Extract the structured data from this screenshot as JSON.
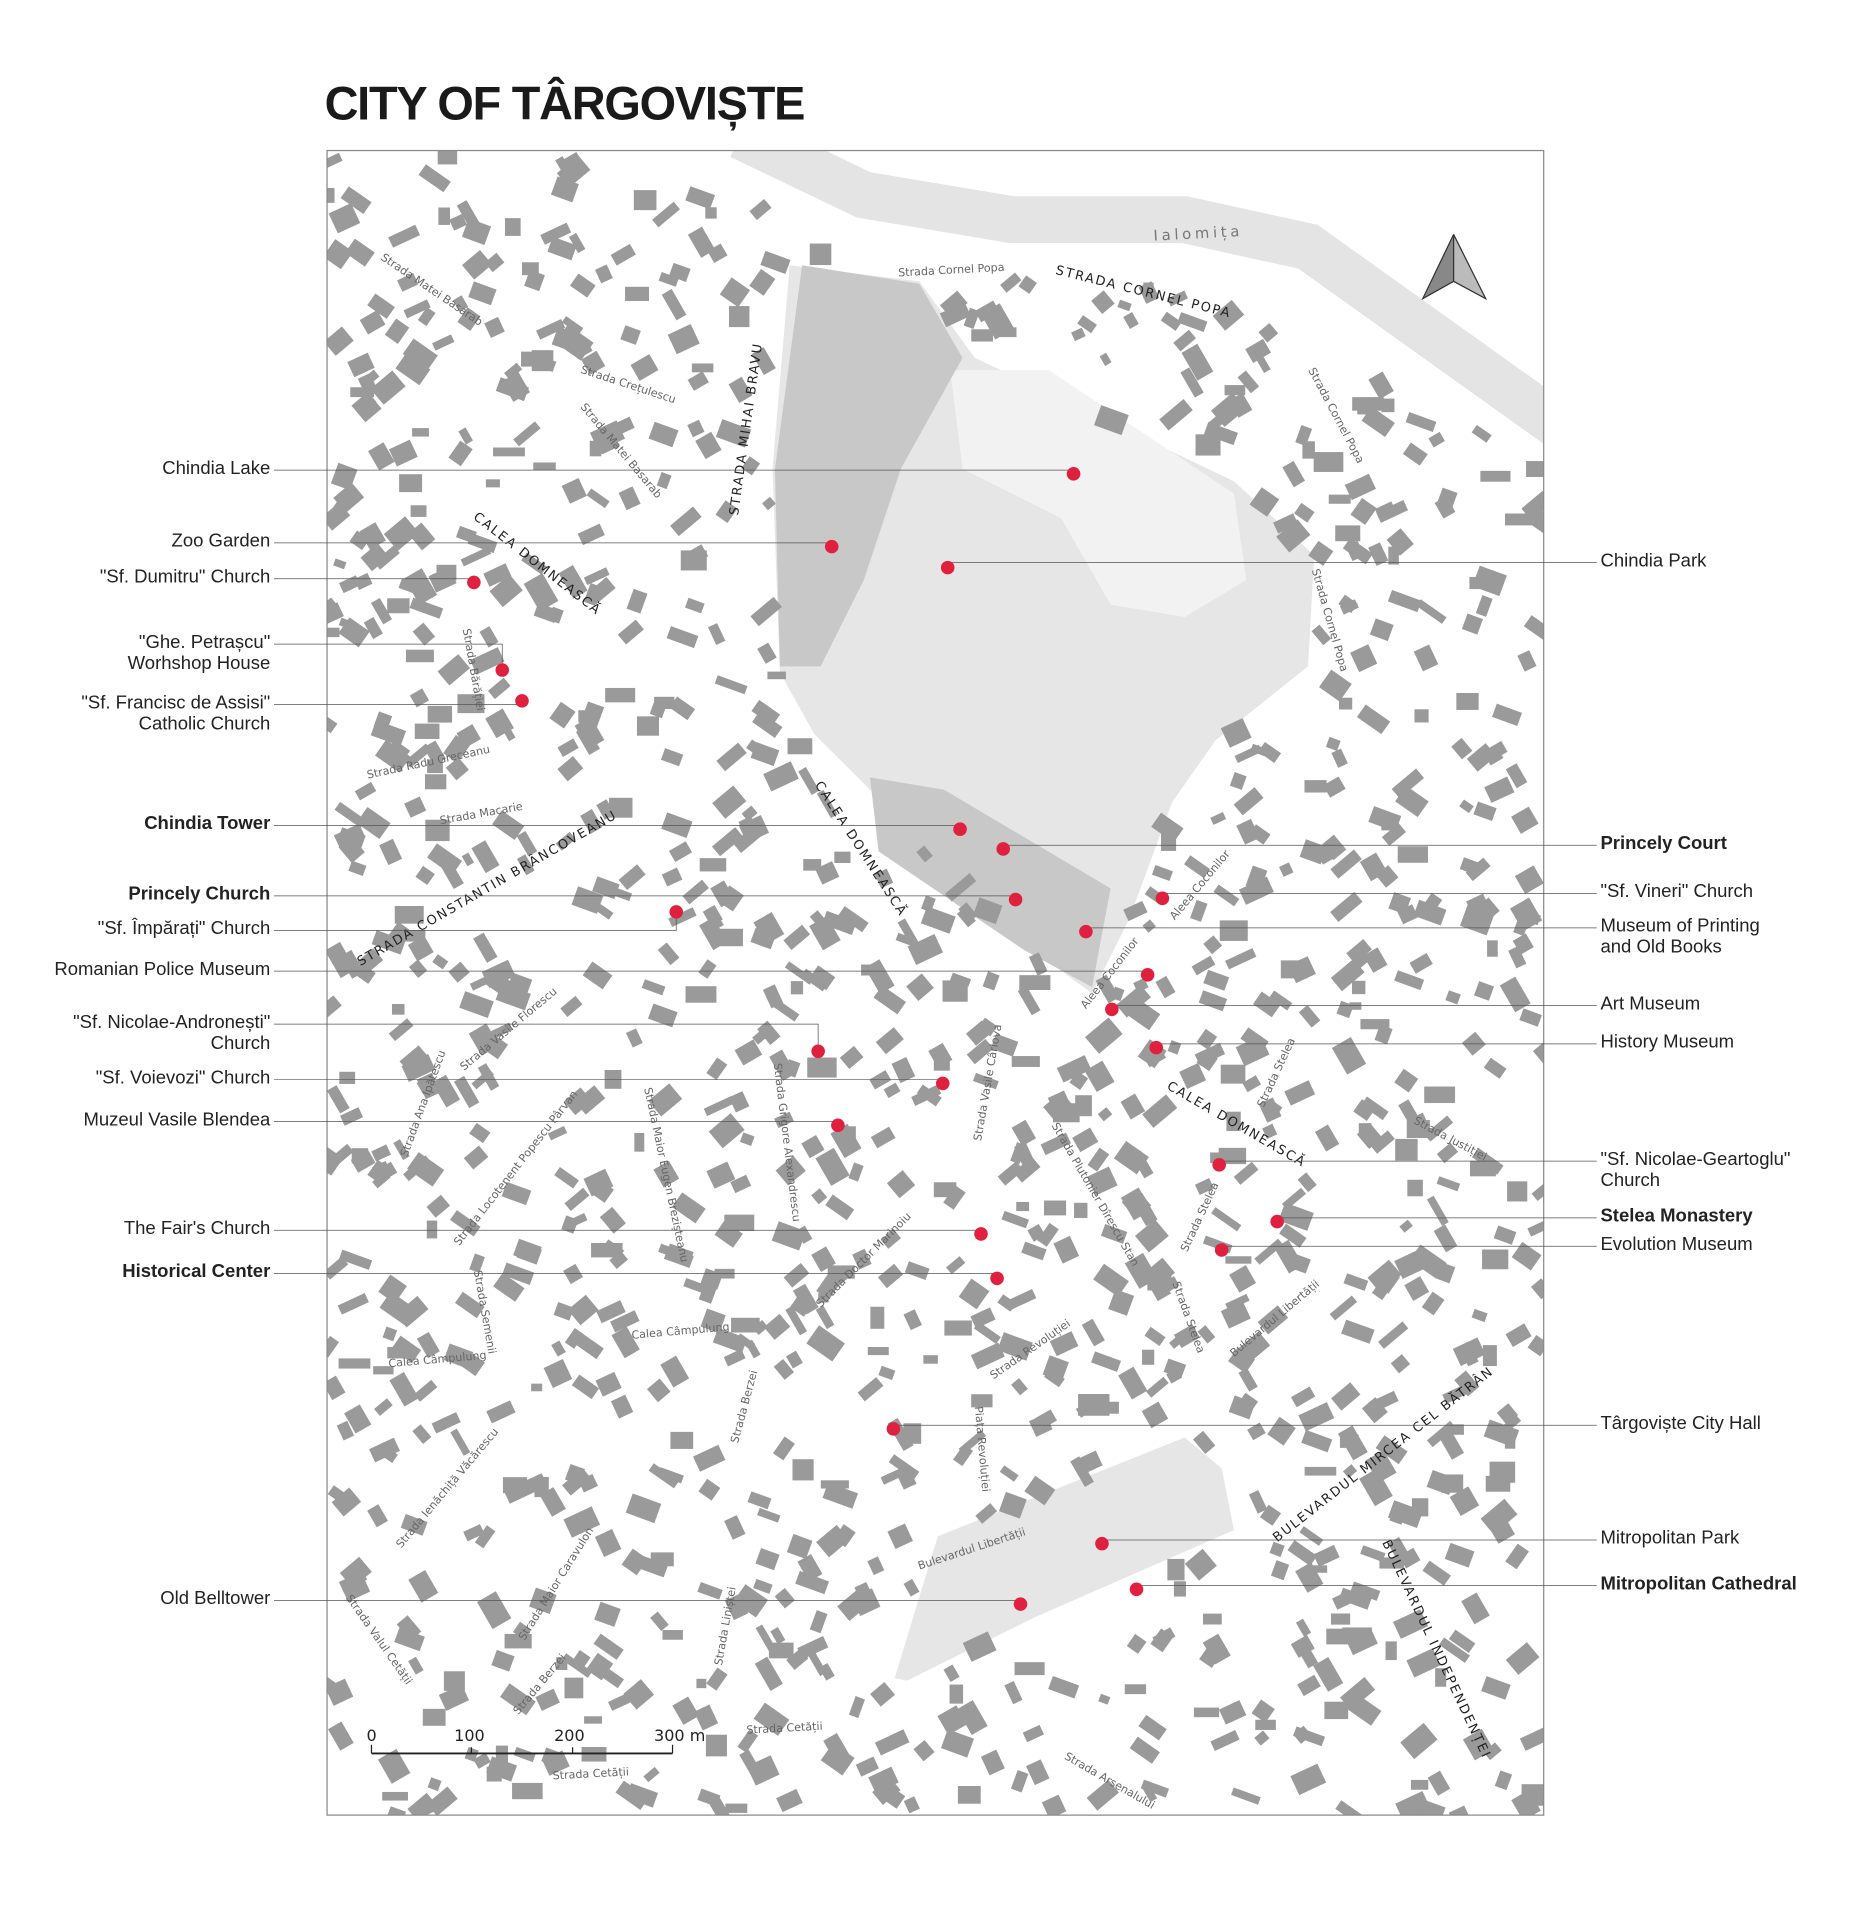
{
  "title": "CITY OF TÂRGOVIȘTE",
  "colors": {
    "poi": "#e0203f",
    "building": "#9a9a9a",
    "park": "#e6e6e6",
    "citadel": "#c4c4c4",
    "river": "#e4e4e4",
    "leader": "#555555"
  },
  "river_label": "Ialomița",
  "north_arrow_icon": "north-arrow-icon",
  "scale_bar": {
    "ticks": [
      "0",
      "100",
      "200",
      "300 m"
    ]
  },
  "left_labels": [
    {
      "lines": [
        "Chindia Lake"
      ],
      "bold": false
    },
    {
      "lines": [
        "Zoo Garden"
      ],
      "bold": false
    },
    {
      "lines": [
        "\"Sf. Dumitru\" Church"
      ],
      "bold": false
    },
    {
      "lines": [
        "\"Ghe. Petrașcu\"",
        "Worhshop House"
      ],
      "bold": false
    },
    {
      "lines": [
        "\"Sf. Francisc de Assisi\"",
        "Catholic Church"
      ],
      "bold": false
    },
    {
      "lines": [
        "Chindia Tower"
      ],
      "bold": true
    },
    {
      "lines": [
        "Princely Church"
      ],
      "bold": true
    },
    {
      "lines": [
        "\"Sf. Împărați\" Church"
      ],
      "bold": false
    },
    {
      "lines": [
        "Romanian Police Museum"
      ],
      "bold": false
    },
    {
      "lines": [
        "\"Sf. Nicolae-Andronești\"",
        "Church"
      ],
      "bold": false
    },
    {
      "lines": [
        "\"Sf. Voievozi\" Church"
      ],
      "bold": false
    },
    {
      "lines": [
        "Muzeul Vasile Blendea"
      ],
      "bold": false
    },
    {
      "lines": [
        "The Fair's Church"
      ],
      "bold": false
    },
    {
      "lines": [
        "Historical Center"
      ],
      "bold": true
    },
    {
      "lines": [
        "Old Belltower"
      ],
      "bold": false
    }
  ],
  "right_labels": [
    {
      "lines": [
        "Chindia Park"
      ],
      "bold": false
    },
    {
      "lines": [
        "Princely Court"
      ],
      "bold": true
    },
    {
      "lines": [
        "\"Sf. Vineri\" Church"
      ],
      "bold": false
    },
    {
      "lines": [
        "Museum of Printing",
        "and Old Books"
      ],
      "bold": false
    },
    {
      "lines": [
        "Art Museum"
      ],
      "bold": false
    },
    {
      "lines": [
        "History Museum"
      ],
      "bold": false
    },
    {
      "lines": [
        "\"Sf. Nicolae-Geartoglu\"",
        "Church"
      ],
      "bold": false
    },
    {
      "lines": [
        "Stelea Monastery"
      ],
      "bold": true
    },
    {
      "lines": [
        "Evolution Museum"
      ],
      "bold": false
    },
    {
      "lines": [
        "Târgoviște City Hall"
      ],
      "bold": false
    },
    {
      "lines": [
        "Mitropolitan Park"
      ],
      "bold": false
    },
    {
      "lines": [
        "Mitropolitan Cathedral"
      ],
      "bold": true
    }
  ],
  "streets": [
    {
      "name": "STRADA CORNEL POPA",
      "major": true
    },
    {
      "name": "Strada Cornel Popa",
      "major": false
    },
    {
      "name": "Strada Cornel Popa",
      "major": false
    },
    {
      "name": "STRADA MIHAI BRAVU",
      "major": true
    },
    {
      "name": "CALEA DOMNEASCĂ",
      "major": true
    },
    {
      "name": "CALEA DOMNEASCĂ",
      "major": true
    },
    {
      "name": "CALEA DOMNEASCĂ",
      "major": true
    },
    {
      "name": "STRADA CONSTANTIN BRÂNCOVEANU",
      "major": true
    },
    {
      "name": "BULEVARDUL MIRCEA CEL BĂTRÂN",
      "major": true
    },
    {
      "name": "BULEVARDUL INDEPENDENȚEI",
      "major": true
    },
    {
      "name": "Strada Matei Basarab",
      "major": false
    },
    {
      "name": "Strada Matei Basarab",
      "major": false
    },
    {
      "name": "Strada Crețulescu",
      "major": false
    },
    {
      "name": "Strada Bărăției",
      "major": false
    },
    {
      "name": "Strada Radu Greceanu",
      "major": false
    },
    {
      "name": "Strada Macarie",
      "major": false
    },
    {
      "name": "Aleea Coconilor",
      "major": false
    },
    {
      "name": "Aleea Coconilor",
      "major": false
    },
    {
      "name": "Strada Vasile Florescu",
      "major": false
    },
    {
      "name": "Strada Ana Ipătescu",
      "major": false
    },
    {
      "name": "Strada Locotenent Popescu Pârvan",
      "major": false
    },
    {
      "name": "Strada Maior Eugen Brezișteanu",
      "major": false
    },
    {
      "name": "Strada Grigore Alexandrescu",
      "major": false
    },
    {
      "name": "Strada Vasile Cârlova",
      "major": false
    },
    {
      "name": "Strada Plutonier Dîrescu Stan",
      "major": false
    },
    {
      "name": "Strada Doctor Marinoiu",
      "major": false
    },
    {
      "name": "Strada Stelea",
      "major": false
    },
    {
      "name": "Strada Stelea",
      "major": false
    },
    {
      "name": "Strada Stelea",
      "major": false
    },
    {
      "name": "Strada Justiției",
      "major": false
    },
    {
      "name": "Bulevardul Libertății",
      "major": false
    },
    {
      "name": "Bulevardul Libertății",
      "major": false
    },
    {
      "name": "Strada Revoluției",
      "major": false
    },
    {
      "name": "Piața Revoluției",
      "major": false
    },
    {
      "name": "Calea Câmpulung",
      "major": false
    },
    {
      "name": "Calea Câmpulung",
      "major": false
    },
    {
      "name": "Strada Semenii",
      "major": false
    },
    {
      "name": "Strada Ienăchiță Văcărescu",
      "major": false
    },
    {
      "name": "Strada Berzei",
      "major": false
    },
    {
      "name": "Strada Berzei",
      "major": false
    },
    {
      "name": "Strada Maior Caravulon",
      "major": false
    },
    {
      "name": "Strada Liniștei",
      "major": false
    },
    {
      "name": "Strada Valul Cetății",
      "major": false
    },
    {
      "name": "Strada Cetății",
      "major": false
    },
    {
      "name": "Strada Cetății",
      "major": false
    },
    {
      "name": "Strada Arsenalului",
      "major": false
    },
    {
      "name": "Strada Cornel Popa",
      "major": false
    }
  ]
}
